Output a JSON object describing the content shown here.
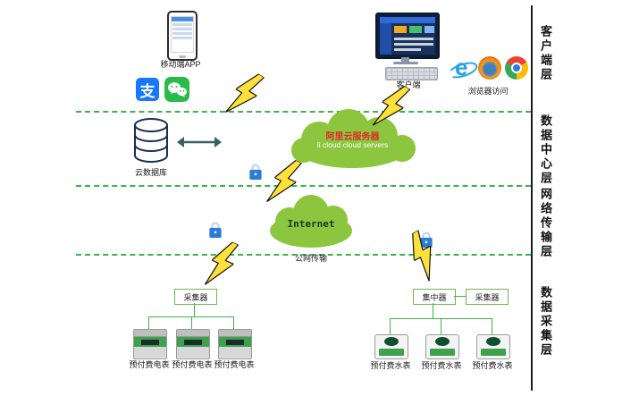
{
  "layers": {
    "client": "客户端层",
    "data_center": "数据中心层",
    "network": "网络传输层",
    "acquisition": "数据采集层"
  },
  "client_layer": {
    "mobile_app": "移动端APP",
    "desktop_client": "客户端",
    "browser_access": "浏览器访问",
    "alipay_glyph": "支",
    "ie_glyph": "e"
  },
  "data_center_layer": {
    "cloud_title": "阿里云服务器",
    "cloud_subtitle": "li cloud  cloud servers",
    "database": "云数据库"
  },
  "network_layer": {
    "internet": "Internet",
    "public_transmission": "公网传输"
  },
  "acquisition_layer": {
    "collector_left": "采集器",
    "concentrator": "集中器",
    "collector_right": "采集器",
    "electric_meters": [
      "预付费电表",
      "预付费电表",
      "预付费电表"
    ],
    "water_meters": [
      "预付费水表",
      "预付费水表",
      "预付费水表"
    ]
  },
  "colors": {
    "cloud_green": "#8cc63f",
    "line_green": "#3cb44a",
    "bolt_yellow": "#ffe13a",
    "lock_blue": "#2b7cd3",
    "cloud_title_red": "#e02b2b"
  }
}
